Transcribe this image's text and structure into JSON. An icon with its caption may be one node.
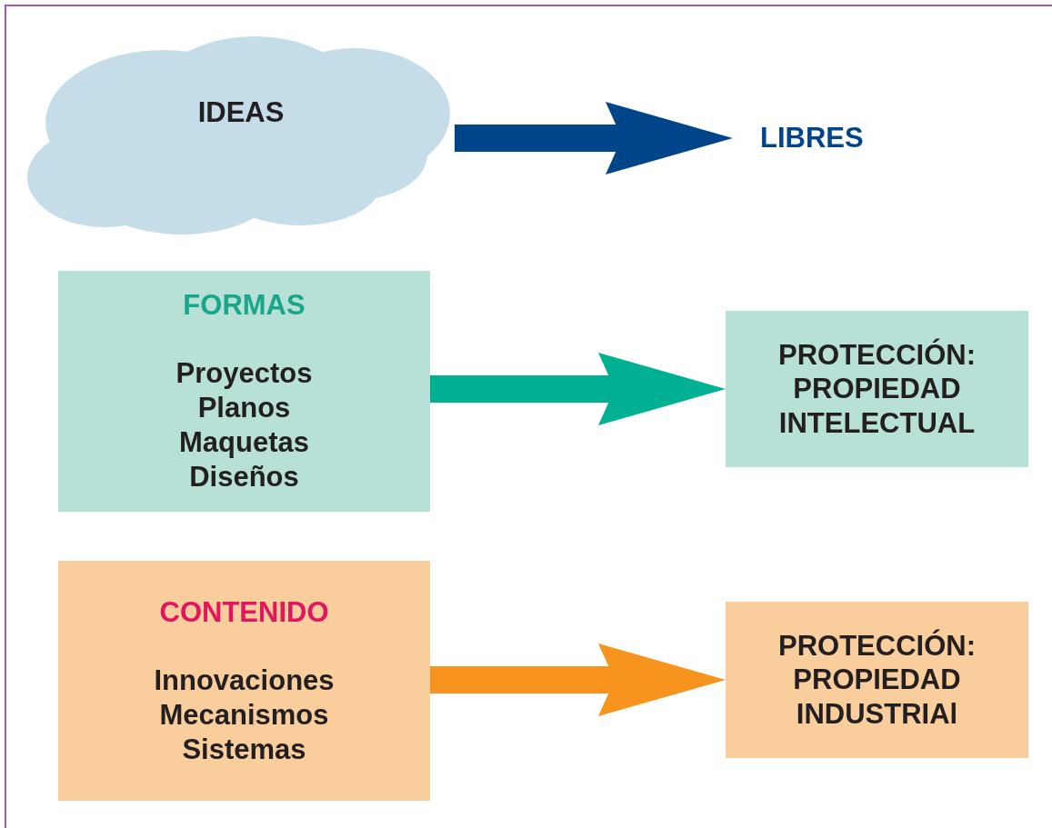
{
  "diagram": {
    "nodes": [
      {
        "text": [
          "IDEAS"
        ]
      },
      {
        "text": [
          "LIBRES"
        ]
      },
      {
        "text": [
          "FORMAS",
          "Proyectos Planos Maquetas Diseños"
        ]
      },
      {
        "text": [
          "PROTECCIÓN: PROPIEDAD INTELECTUAL"
        ]
      },
      {
        "text": [
          "CONTENIDO",
          "Innovaciones Mecanismos Sistemas"
        ]
      },
      {
        "text": [
          "PROTECCIÓN: PROPIEDAD INDUSTRIAl"
        ]
      }
    ],
    "edges": [
      {
        "from": 0,
        "to": 1,
        "arrow": "to",
        "color": "#00458a"
      },
      {
        "from": 2,
        "to": 3,
        "arrow": "to",
        "color": "#00b092"
      },
      {
        "from": 4,
        "to": 5,
        "arrow": "to",
        "color": "#f7941d"
      }
    ]
  }
}
